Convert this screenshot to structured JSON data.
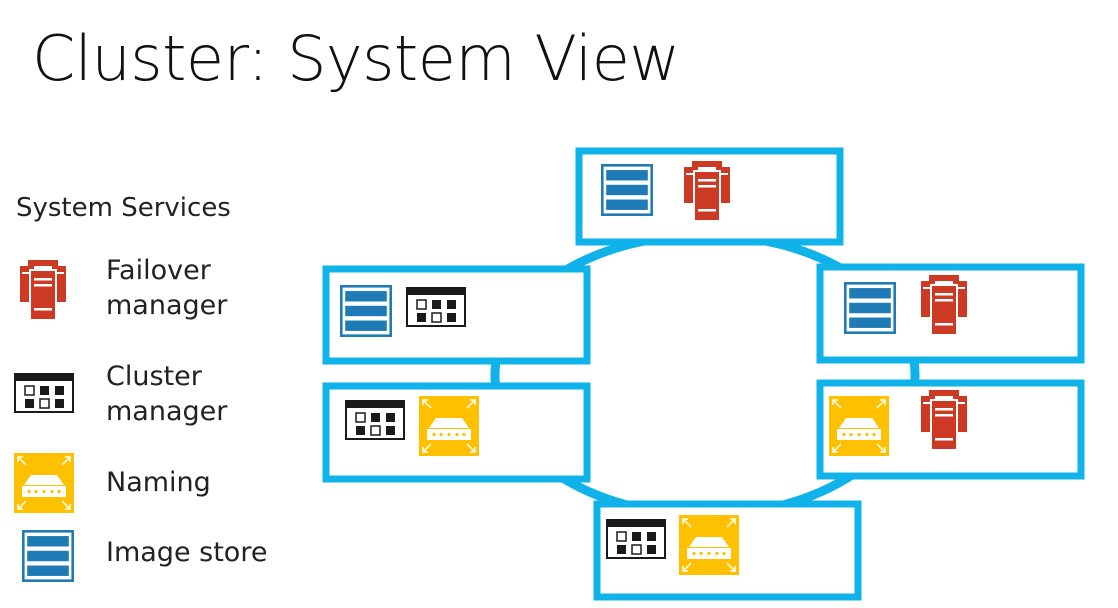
{
  "title": "Cluster: System View",
  "legend": {
    "heading": "System Services",
    "items": [
      {
        "label": "Failover manager",
        "icon": "failover-manager-icon"
      },
      {
        "label": "Cluster manager",
        "icon": "cluster-manager-icon"
      },
      {
        "label": "Naming",
        "icon": "naming-icon"
      },
      {
        "label": "Image store",
        "icon": "image-store-icon"
      }
    ]
  },
  "colors": {
    "node_border": "#0fb3ea",
    "failover": "#cc3a24",
    "cluster_manager": "#1a1a1a",
    "naming": "#ffc000",
    "image_store": "#1f7bb5"
  },
  "nodes": [
    {
      "services": [
        "image-store",
        "failover-manager"
      ]
    },
    {
      "services": [
        "image-store",
        "cluster-manager"
      ]
    },
    {
      "services": [
        "image-store",
        "failover-manager"
      ]
    },
    {
      "services": [
        "cluster-manager",
        "naming"
      ]
    },
    {
      "services": [
        "naming",
        "failover-manager"
      ]
    },
    {
      "services": [
        "cluster-manager",
        "naming"
      ]
    }
  ]
}
